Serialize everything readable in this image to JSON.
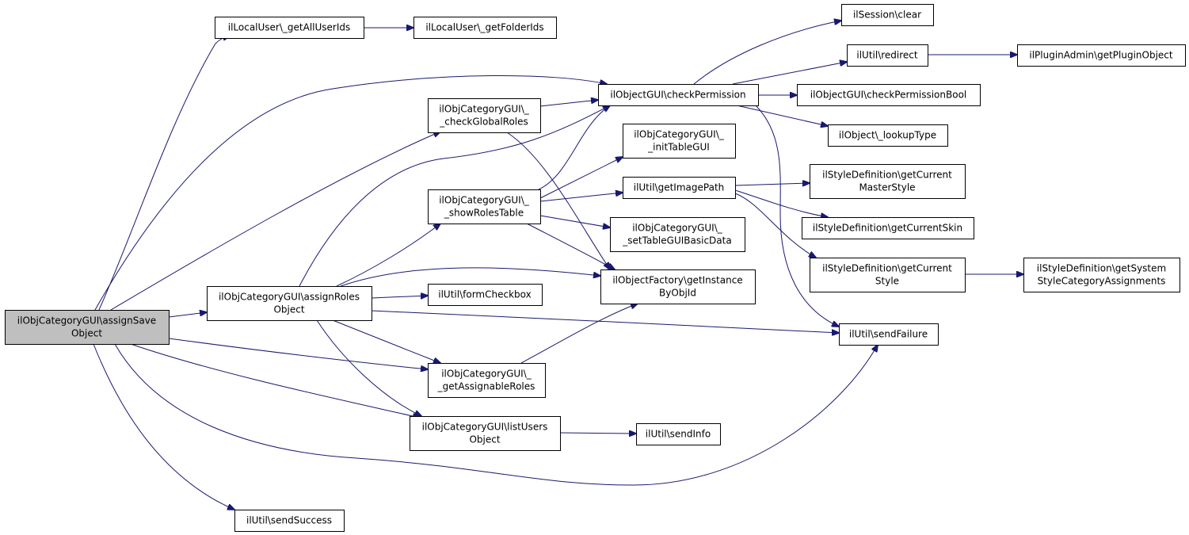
{
  "colors": {
    "edge": "#191970",
    "node_fill": "#ffffff",
    "node_border": "#000000",
    "focus_fill": "#bfbfbf"
  },
  "nodes": {
    "assign_save": {
      "lines": [
        "ilObjCategoryGUI\\assignSave",
        "Object"
      ],
      "focus": true
    },
    "get_all_user_ids": {
      "lines": [
        "ilLocalUser\\_getAllUserIds"
      ]
    },
    "get_folder_ids": {
      "lines": [
        "ilLocalUser\\_getFolderIds"
      ]
    },
    "check_permission": {
      "lines": [
        "ilObjectGUI\\checkPermission"
      ]
    },
    "check_global_roles": {
      "lines": [
        "ilObjCategoryGUI\\_",
        "_checkGlobalRoles"
      ]
    },
    "assign_roles": {
      "lines": [
        "ilObjCategoryGUI\\assignRoles",
        "Object"
      ]
    },
    "show_roles_table": {
      "lines": [
        "ilObjCategoryGUI\\_",
        "_showRolesTable"
      ]
    },
    "get_assignable_roles": {
      "lines": [
        "ilObjCategoryGUI\\_",
        "_getAssignableRoles"
      ]
    },
    "list_users": {
      "lines": [
        "ilObjCategoryGUI\\listUsers",
        "Object"
      ]
    },
    "send_success": {
      "lines": [
        "ilUtil\\sendSuccess"
      ]
    },
    "send_failure": {
      "lines": [
        "ilUtil\\sendFailure"
      ]
    },
    "get_instance_by_obj_id": {
      "lines": [
        "ilObjectFactory\\getInstance",
        "ByObjId"
      ]
    },
    "form_checkbox": {
      "lines": [
        "ilUtil\\formCheckbox"
      ]
    },
    "send_info": {
      "lines": [
        "ilUtil\\sendInfo"
      ]
    },
    "init_table_gui": {
      "lines": [
        "ilObjCategoryGUI\\_",
        "_initTableGUI"
      ]
    },
    "get_image_path": {
      "lines": [
        "ilUtil\\getImagePath"
      ]
    },
    "set_table_gui_basic_data": {
      "lines": [
        "ilObjCategoryGUI\\_",
        "_setTableGUIBasicData"
      ]
    },
    "session_clear": {
      "lines": [
        "ilSession\\clear"
      ]
    },
    "redirect": {
      "lines": [
        "ilUtil\\redirect"
      ]
    },
    "check_permission_bool": {
      "lines": [
        "ilObjectGUI\\checkPermissionBool"
      ]
    },
    "lookup_type": {
      "lines": [
        "ilObject\\_lookupType"
      ]
    },
    "get_plugin_object": {
      "lines": [
        "ilPluginAdmin\\getPluginObject"
      ]
    },
    "get_current_master_style": {
      "lines": [
        "ilStyleDefinition\\getCurrent",
        "MasterStyle"
      ]
    },
    "get_current_skin": {
      "lines": [
        "ilStyleDefinition\\getCurrentSkin"
      ]
    },
    "get_current_style": {
      "lines": [
        "ilStyleDefinition\\getCurrent",
        "Style"
      ]
    },
    "get_system_style_category_assignments": {
      "lines": [
        "ilStyleDefinition\\getSystem",
        "StyleCategoryAssignments"
      ]
    }
  },
  "edges": [
    [
      "assign_save",
      "get_all_user_ids"
    ],
    [
      "assign_save",
      "check_permission"
    ],
    [
      "assign_save",
      "check_global_roles"
    ],
    [
      "assign_save",
      "assign_roles"
    ],
    [
      "assign_save",
      "get_assignable_roles"
    ],
    [
      "assign_save",
      "list_users"
    ],
    [
      "assign_save",
      "send_failure"
    ],
    [
      "assign_save",
      "send_success"
    ],
    [
      "get_all_user_ids",
      "get_folder_ids"
    ],
    [
      "check_global_roles",
      "check_permission"
    ],
    [
      "check_global_roles",
      "get_instance_by_obj_id"
    ],
    [
      "assign_roles",
      "check_permission"
    ],
    [
      "assign_roles",
      "show_roles_table"
    ],
    [
      "assign_roles",
      "get_instance_by_obj_id"
    ],
    [
      "assign_roles",
      "form_checkbox"
    ],
    [
      "assign_roles",
      "send_failure"
    ],
    [
      "assign_roles",
      "get_assignable_roles"
    ],
    [
      "assign_roles",
      "list_users"
    ],
    [
      "show_roles_table",
      "check_permission"
    ],
    [
      "show_roles_table",
      "init_table_gui"
    ],
    [
      "show_roles_table",
      "get_image_path"
    ],
    [
      "show_roles_table",
      "set_table_gui_basic_data"
    ],
    [
      "show_roles_table",
      "get_instance_by_obj_id"
    ],
    [
      "get_assignable_roles",
      "get_instance_by_obj_id"
    ],
    [
      "list_users",
      "send_info"
    ],
    [
      "check_permission",
      "session_clear"
    ],
    [
      "check_permission",
      "redirect"
    ],
    [
      "check_permission",
      "check_permission_bool"
    ],
    [
      "check_permission",
      "lookup_type"
    ],
    [
      "check_permission",
      "send_failure"
    ],
    [
      "redirect",
      "get_plugin_object"
    ],
    [
      "get_image_path",
      "get_current_master_style"
    ],
    [
      "get_image_path",
      "get_current_skin"
    ],
    [
      "get_image_path",
      "get_current_style"
    ],
    [
      "get_current_style",
      "get_system_style_category_assignments"
    ]
  ]
}
